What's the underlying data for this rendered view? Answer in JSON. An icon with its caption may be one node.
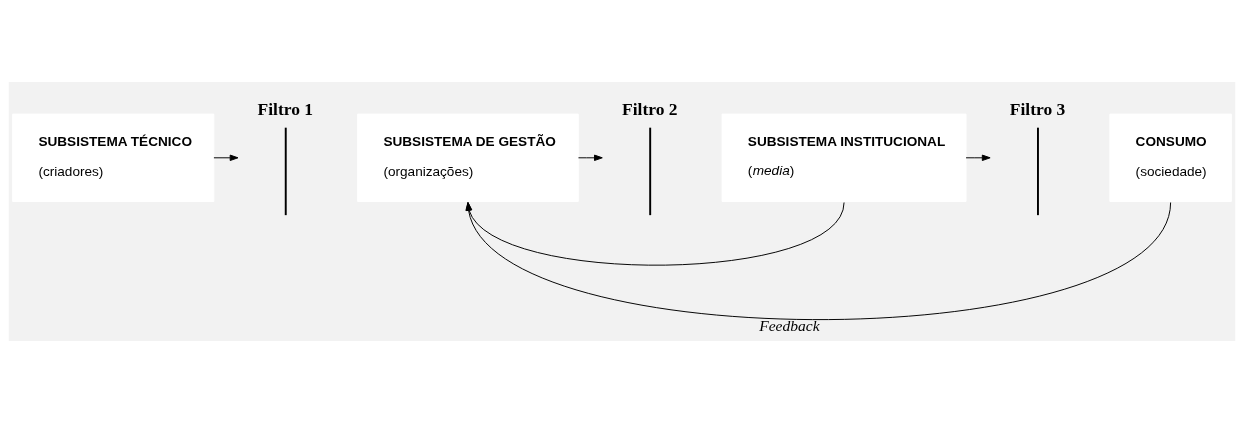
{
  "diagram": {
    "nodes": [
      {
        "text": [
          "Filtro 1"
        ]
      },
      {
        "text": [
          "Filtro 2"
        ]
      },
      {
        "text": [
          "Filtro 3"
        ]
      },
      {
        "text": [
          "SUBSISTEMA TÉCNICO",
          "(criadores)"
        ]
      },
      {
        "text": [
          "SUBSISTEMA DE GESTÃO",
          "(organizações)"
        ]
      },
      {
        "text": [
          "SUBSISTEMA INSTITUCIONAL",
          "(*media*)"
        ]
      },
      {
        "text": [
          "CONSUMO",
          "(sociedade)"
        ]
      }
    ],
    "edges": [
      {
        "from": 3,
        "to": 0,
        "arrow": "to"
      },
      {
        "from": 4,
        "to": 1,
        "arrow": "to"
      },
      {
        "from": 5,
        "to": 2,
        "arrow": "to"
      },
      {
        "from": 6,
        "to": 4,
        "arrow": "to",
        "label": "Feedback"
      },
      {
        "from": 5,
        "to": 4,
        "arrow": "to"
      }
    ]
  }
}
